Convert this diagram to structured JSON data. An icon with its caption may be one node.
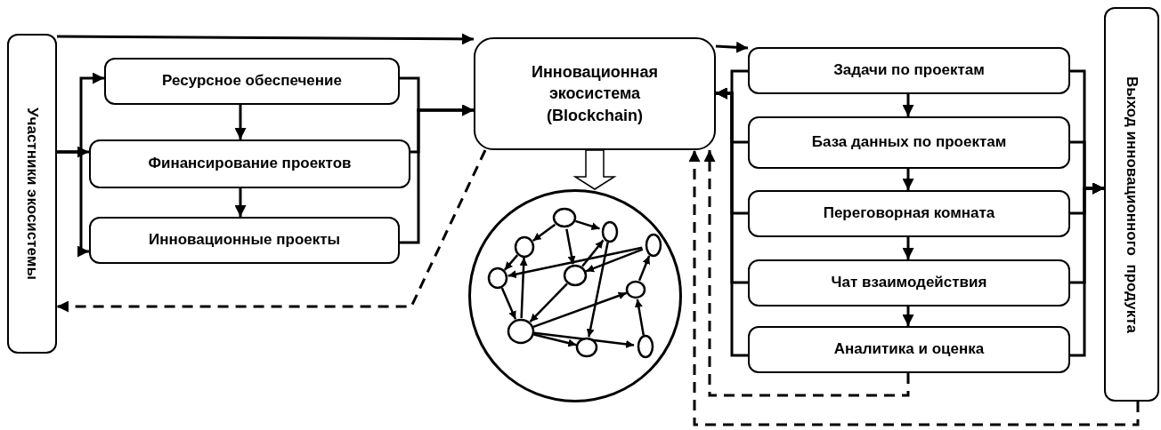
{
  "diagram": {
    "nodes": [
      {
        "text": [
          "Участники экосистемы"
        ]
      },
      {
        "text": [
          "Ресурсное обеспечение"
        ]
      },
      {
        "text": [
          "Финансирование проектов"
        ]
      },
      {
        "text": [
          "Инновационные проекты"
        ]
      },
      {
        "text": [
          "Инновационная экосистема (Blockchain)"
        ]
      },
      {
        "text": [],
        "shape": "circle"
      },
      {
        "text": [
          "Задачи по проектам"
        ]
      },
      {
        "text": [
          "База данных по проектам"
        ]
      },
      {
        "text": [
          "Переговорная комната"
        ]
      },
      {
        "text": [
          "Чат взаимодействия"
        ]
      },
      {
        "text": [
          "Аналитика и оценка"
        ]
      },
      {
        "text": [
          "Выход инновационного  продукта"
        ]
      }
    ],
    "edges": [
      {
        "from": 0,
        "to": 4,
        "arrow": "to"
      },
      {
        "from": 4,
        "to": 6,
        "arrow": "to"
      },
      {
        "from": 0,
        "to": 1,
        "arrow": "to"
      },
      {
        "from": 0,
        "to": 2,
        "arrow": "to"
      },
      {
        "from": 0,
        "to": 3,
        "arrow": "to"
      },
      {
        "from": 1,
        "to": 4,
        "arrow": "to"
      },
      {
        "from": 2,
        "to": 4,
        "arrow": "to"
      },
      {
        "from": 3,
        "to": 4,
        "arrow": "to"
      },
      {
        "from": 1,
        "to": 2,
        "arrow": "to"
      },
      {
        "from": 2,
        "to": 3,
        "arrow": "to"
      },
      {
        "from": 6,
        "to": 4,
        "arrow": "to"
      },
      {
        "from": 7,
        "to": 4,
        "arrow": "to"
      },
      {
        "from": 8,
        "to": 4,
        "arrow": "to"
      },
      {
        "from": 9,
        "to": 4,
        "arrow": "to"
      },
      {
        "from": 10,
        "to": 4,
        "arrow": "to"
      },
      {
        "from": 6,
        "to": 11,
        "arrow": "to"
      },
      {
        "from": 7,
        "to": 11,
        "arrow": "to"
      },
      {
        "from": 8,
        "to": 11,
        "arrow": "to"
      },
      {
        "from": 9,
        "to": 11,
        "arrow": "to"
      },
      {
        "from": 10,
        "to": 11,
        "arrow": "to"
      },
      {
        "from": 6,
        "to": 7,
        "arrow": "to"
      },
      {
        "from": 7,
        "to": 8,
        "arrow": "to"
      },
      {
        "from": 8,
        "to": 9,
        "arrow": "to"
      },
      {
        "from": 9,
        "to": 10,
        "arrow": "to"
      },
      {
        "from": 4,
        "to": 0,
        "arrow": "to",
        "style": "dashed"
      },
      {
        "from": 10,
        "to": 4,
        "arrow": "to",
        "style": "dashed"
      },
      {
        "from": 11,
        "to": 4,
        "arrow": "to",
        "style": "dashed"
      },
      {
        "from": 4,
        "to": 5,
        "arrow": "to",
        "style": "thick"
      }
    ]
  }
}
